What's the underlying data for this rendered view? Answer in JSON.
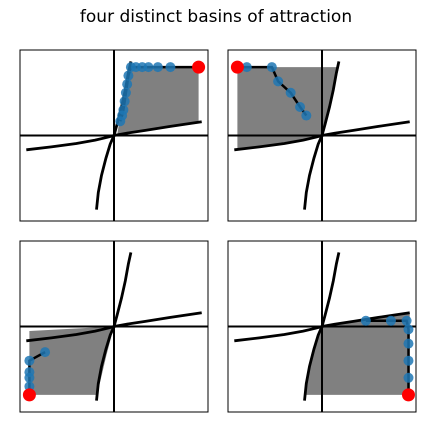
{
  "title": "four distinct basins of attraction",
  "chart_data": {
    "type": "line",
    "title": "four distinct basins of attraction",
    "layout": "2x2 grid of subplots",
    "xlim": [
      -1.5,
      1.5
    ],
    "ylim": [
      -1.5,
      1.5
    ],
    "ticks": "none",
    "axes_lines": "x=0 and y=0",
    "colors": {
      "curve": "#000000",
      "basin_fill": "#808080",
      "trajectory": "#1f77b4",
      "endpoint": "#ff0000"
    },
    "curves": [
      {
        "x": [
          -1.4,
          -1.0,
          -0.6,
          -0.3,
          -0.1,
          0.0,
          0.2,
          0.5,
          0.9,
          1.4
        ],
        "y": [
          -0.25,
          -0.2,
          -0.14,
          -0.08,
          -0.03,
          0.0,
          0.04,
          0.09,
          0.16,
          0.24
        ]
      },
      {
        "x": [
          -0.28,
          -0.25,
          -0.2,
          -0.13,
          -0.06,
          0.0,
          0.05,
          0.12,
          0.18,
          0.23,
          0.27
        ],
        "y": [
          -1.3,
          -1.0,
          -0.7,
          -0.4,
          -0.15,
          0.0,
          0.2,
          0.5,
          0.8,
          1.1,
          1.3
        ]
      }
    ],
    "panels": [
      {
        "position": "top-left",
        "basin": [
          [
            0.23,
            1.2
          ],
          [
            1.35,
            1.2
          ],
          [
            1.35,
            0.22
          ],
          [
            0.05,
            0.0
          ],
          [
            0.12,
            0.5
          ],
          [
            0.18,
            0.8
          ]
        ],
        "trajectory": {
          "x": [
            0.1,
            0.13,
            0.15,
            0.17,
            0.19,
            0.21,
            0.23,
            0.27,
            0.35,
            0.45,
            0.55,
            0.7,
            0.9,
            1.35
          ],
          "y": [
            0.25,
            0.35,
            0.45,
            0.6,
            0.75,
            0.9,
            1.05,
            1.2,
            1.2,
            1.2,
            1.2,
            1.2,
            1.2,
            1.2
          ]
        },
        "endpoint": [
          1.35,
          1.2
        ]
      },
      {
        "position": "top-right",
        "basin": [
          [
            -1.35,
            1.2
          ],
          [
            0.27,
            1.2
          ],
          [
            0.23,
            1.0
          ],
          [
            0.0,
            0.0
          ],
          [
            -0.5,
            -0.1
          ],
          [
            -1.35,
            -0.25
          ]
        ],
        "trajectory": {
          "x": [
            -1.35,
            -1.2,
            -0.8,
            -0.7,
            -0.5,
            -0.35,
            -0.25
          ],
          "y": [
            1.2,
            1.2,
            1.2,
            0.95,
            0.75,
            0.5,
            0.35
          ]
        },
        "endpoint": [
          -1.35,
          1.2
        ]
      },
      {
        "position": "bottom-left",
        "basin": [
          [
            -1.35,
            -0.08
          ],
          [
            0.0,
            0.0
          ],
          [
            -0.12,
            -0.5
          ],
          [
            -0.27,
            -1.2
          ],
          [
            -1.35,
            -1.2
          ]
        ],
        "trajectory": {
          "x": [
            -1.1,
            -1.35,
            -1.35,
            -1.35,
            -1.35,
            -1.35
          ],
          "y": [
            -0.45,
            -0.6,
            -0.8,
            -0.9,
            -1.05,
            -1.2
          ]
        },
        "endpoint": [
          -1.35,
          -1.2
        ]
      },
      {
        "position": "bottom-right",
        "basin": [
          [
            0.0,
            0.0
          ],
          [
            1.4,
            0.24
          ],
          [
            1.4,
            -1.2
          ],
          [
            -0.27,
            -1.2
          ],
          [
            -0.2,
            -0.7
          ],
          [
            -0.1,
            -0.3
          ]
        ],
        "trajectory": {
          "x": [
            0.7,
            1.1,
            1.35,
            1.38,
            1.38,
            1.38,
            1.38,
            1.38
          ],
          "y": [
            0.1,
            0.1,
            0.1,
            -0.05,
            -0.3,
            -0.6,
            -0.9,
            -1.2
          ]
        },
        "endpoint": [
          1.38,
          -1.2
        ]
      }
    ]
  }
}
